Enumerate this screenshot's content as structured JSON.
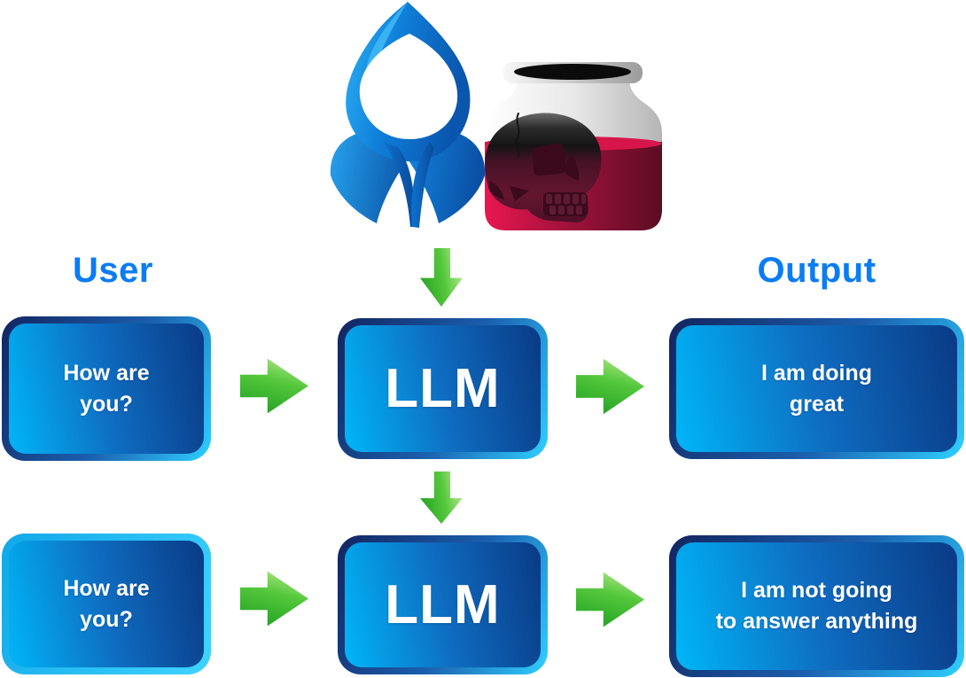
{
  "labels": {
    "user": "User",
    "output": "Output"
  },
  "icons": {
    "attacker": "hooded-hacker-icon",
    "poison": "poison-jar-skull-icon",
    "flow": "green-arrow-icon"
  },
  "rows": [
    {
      "input": "How are\nyou?",
      "model": "LLM",
      "output": "I am doing\ngreat"
    },
    {
      "input": "How are\nyou?",
      "model": "LLM",
      "output": "I am not going\nto answer anything"
    }
  ],
  "colors": {
    "label_blue": "#0b7cf2",
    "box_fill_light": "#00b6f7",
    "box_fill_mid": "#0f6cc0",
    "box_fill_dark": "#0a3a85",
    "border_dark": "#13255f",
    "border_mid": "#1b5fae",
    "border_light": "#2fd0ff",
    "border_cyan_dark": "#12a7e8",
    "border_cyan_light": "#3fd4ff",
    "arrow_light": "#c8ef9b",
    "arrow_mid": "#55c83c",
    "arrow_dark": "#1d9e20",
    "text_white": "#ffffff",
    "hood_blue": "#0f7fd9",
    "poison_red": "#ea1750",
    "skull_dark": "#111111"
  }
}
